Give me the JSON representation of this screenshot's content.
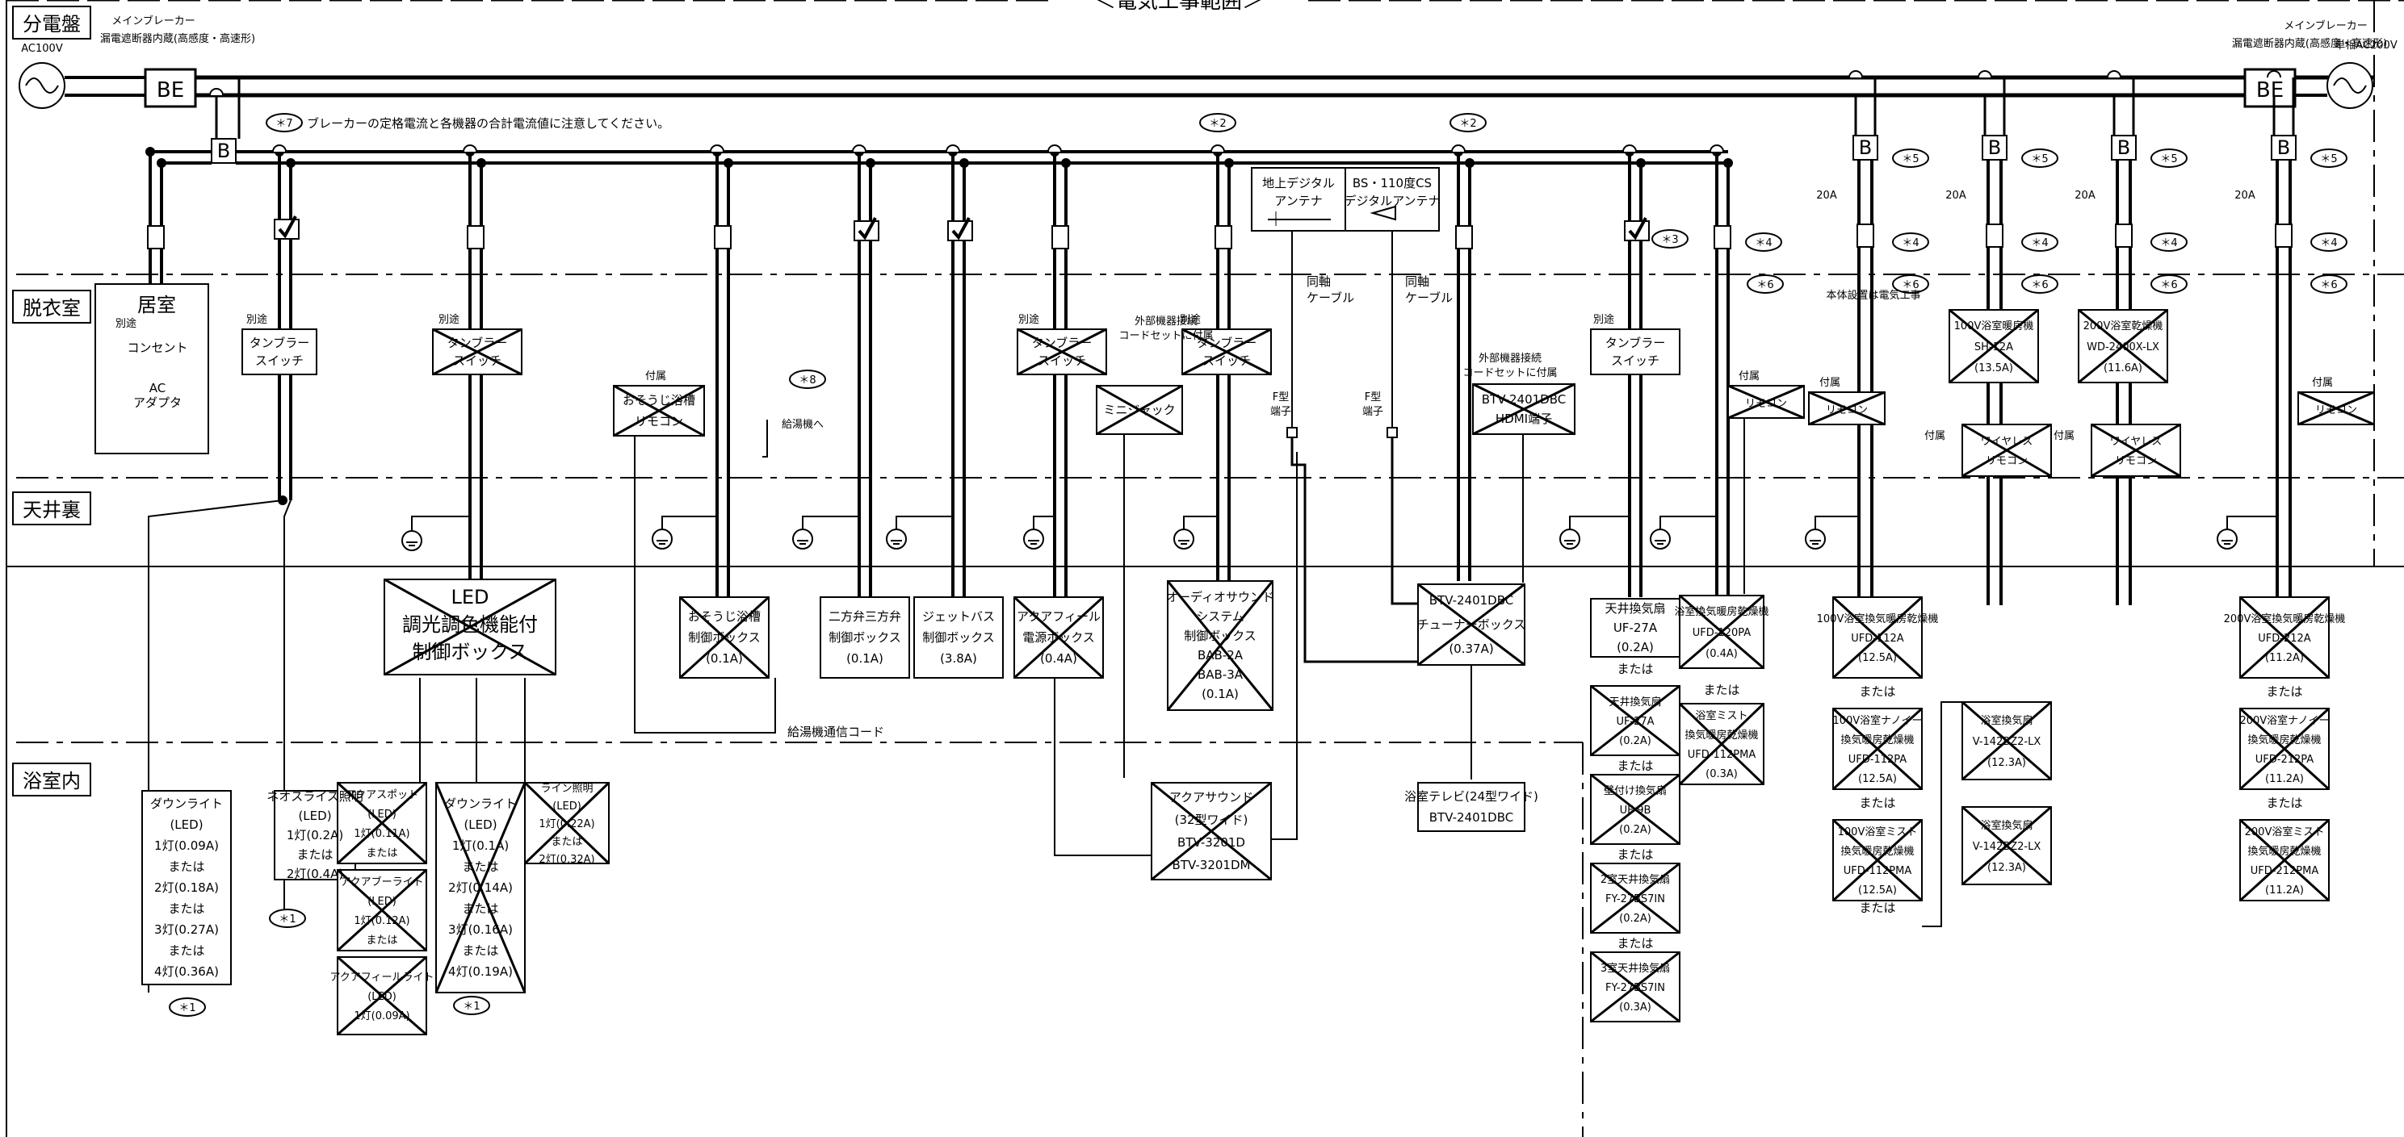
{
  "title": "＜電気工事範囲＞",
  "zones": [
    "分電盤",
    "脱衣室",
    "居室",
    "天井裏",
    "浴室内"
  ],
  "power_left": {
    "voltage": "AC100V",
    "label": "メインブレーカー",
    "sub": "漏電遮断器内蔵(高感度・高速形)",
    "box": "BE"
  },
  "power_right": {
    "voltage": "単相AC200V",
    "label": "メインブレーカー",
    "sub": "漏電遮断器内蔵(高感度・高速形)",
    "box": "BE"
  },
  "breaker": "B",
  "note7": {
    "mark": "＊7",
    "text": "ブレーカーの定格電流と各機器の合計電流値に注意してください。"
  },
  "marks": {
    "n1": "＊1",
    "n2": "＊2",
    "n3": "＊3",
    "n4": "＊4",
    "n5": "＊5",
    "n6": "＊6",
    "n8": "＊8"
  },
  "amp20": "20A",
  "betsu": "別途",
  "fuzoku": "付属",
  "or_text": "または",
  "tumbler": [
    "タンブラー",
    "スイッチ"
  ],
  "outlet": [
    "コンセント"
  ],
  "ac_adapter": [
    "AC",
    "アダプタ"
  ],
  "antenna_terr": [
    "地上デジタル",
    "アンテナ"
  ],
  "antenna_bs": [
    "BS・110度CS",
    "デジタルアンテナ"
  ],
  "coax": [
    "同軸",
    "ケーブル"
  ],
  "fterm": [
    "F型",
    "端子"
  ],
  "ext_cord": [
    "外部機器接続",
    "コードセットに付属"
  ],
  "ext_jack": [
    "ミニジャック"
  ],
  "hdmi_ext": [
    "外部機器接続",
    "コードセットに付属"
  ],
  "hdmi_box": [
    "BTV-2401DBC",
    "HDMI端子"
  ],
  "remote": [
    "おそうじ浴槽",
    "リモコン"
  ],
  "to_tank": "給湯機へ",
  "tank_cord": "給湯機通信コード",
  "led_box": [
    "LED",
    "調光調色機能付",
    "制御ボックス"
  ],
  "osouji_box": [
    "おそうじ浴槽",
    "制御ボックス",
    "(0.1A)"
  ],
  "valve_box": [
    "二方弁三方弁",
    "制御ボックス",
    "(0.1A)"
  ],
  "jet_box": [
    "ジェットバス",
    "制御ボックス",
    "(3.8A)"
  ],
  "aqua_box": [
    "アクアフィール",
    "電源ボックス",
    "(0.4A)"
  ],
  "sound_box": [
    "オーディオサウンド",
    "システム",
    "制御ボックス",
    "BAB-2A",
    "BAB-3A",
    "(0.1A)"
  ],
  "tuner_box": [
    "BTV-2401DBC",
    "チューナーボックス",
    "(0.37A)"
  ],
  "vent_main": [
    "天井換気扇",
    "UF-27A",
    "(0.2A)"
  ],
  "vent_alts": [
    [
      "天井換気扇",
      "UF-27A",
      "(0.2A)"
    ],
    [
      "壁付け換気扇",
      "UF-9B",
      "(0.2A)"
    ],
    [
      "2室天井換気扇",
      "FY-27BS7IN",
      "(0.2A)"
    ],
    [
      "3室天井換気扇",
      "FY-27BS7IN",
      "(0.3A)"
    ]
  ],
  "dryer_a": [
    "浴室換気暖房乾燥機",
    "UFD-120PA",
    "(0.4A)"
  ],
  "dryer_b": [
    "浴室ミスト",
    "換気暖房乾燥機",
    "UFD-112PMA",
    "(0.3A)"
  ],
  "heater100": [
    [
      "100V浴室換気暖房乾燥機",
      "UFD-112A",
      "(12.5A)"
    ],
    [
      "100V浴室ナノイー",
      "換気暖房乾燥機",
      "UFD-112PA",
      "(12.5A)"
    ],
    [
      "100V浴室ミスト",
      "換気暖房乾燥機",
      "UFD-112PMA",
      "(12.5A)"
    ]
  ],
  "vent_v": [
    [
      "浴室換気扇",
      "V-142BZ2-LX",
      "(12.3A)"
    ],
    [
      "浴室換気扇",
      "V-142BZ2-LX",
      "(12.3A)"
    ]
  ],
  "heater200": [
    [
      "200V浴室換気暖房乾燥機",
      "UFD-212A",
      "(11.2A)"
    ],
    [
      "200V浴室ナノイー",
      "換気暖房乾燥機",
      "UFD-212PA",
      "(11.2A)"
    ],
    [
      "200V浴室ミスト",
      "換気暖房乾燥機",
      "UFD-212PMA",
      "(11.2A)"
    ]
  ],
  "right_units": {
    "sauna100": [
      "100V浴室暖房機",
      "SH-12A",
      "(13.5A)"
    ],
    "sauna200": [
      "200V浴室乾燥機",
      "WD-2400X-LX",
      "(11.6A)"
    ],
    "wireless": [
      "ワイヤレス",
      "リモコン"
    ],
    "koji_note": "本体設置は電気工事",
    "remote_short": [
      "リモコン"
    ]
  },
  "downlight1": [
    "ダウンライト",
    "(LED)",
    "1灯(0.09A)",
    "または",
    "2灯(0.18A)",
    "または",
    "3灯(0.27A)",
    "または",
    "4灯(0.36A)"
  ],
  "neos": [
    "ネオスライス照明",
    "(LED)",
    "1灯(0.2A)",
    "または",
    "2灯(0.4A)"
  ],
  "aqua_spot": [
    "アクアスポット",
    "(LED)",
    "1灯(0.11A)",
    "または"
  ],
  "aqua_wall": [
    "アクアブーライト",
    "(LED)",
    "1灯(0.12A)",
    "または"
  ],
  "aqua_feel": [
    "アクアフィールライト",
    "(LED)",
    "1灯(0.09A)"
  ],
  "downlight2": [
    "ダウンライト",
    "(LED)",
    "1灯(0.1A)",
    "または",
    "2灯(0.14A)",
    "または",
    "3灯(0.16A)",
    "または",
    "4灯(0.19A)"
  ],
  "line_light": [
    "ライン照明",
    "(LED)",
    "1灯(0.22A)",
    "または",
    "2灯(0.32A)"
  ],
  "speaker": [
    "アクアサウンド",
    "(32型ワイド)",
    "BTV-3201D",
    "BTV-3201DM"
  ],
  "tv": [
    "浴室テレビ(24型ワイド)",
    "BTV-2401DBC"
  ]
}
